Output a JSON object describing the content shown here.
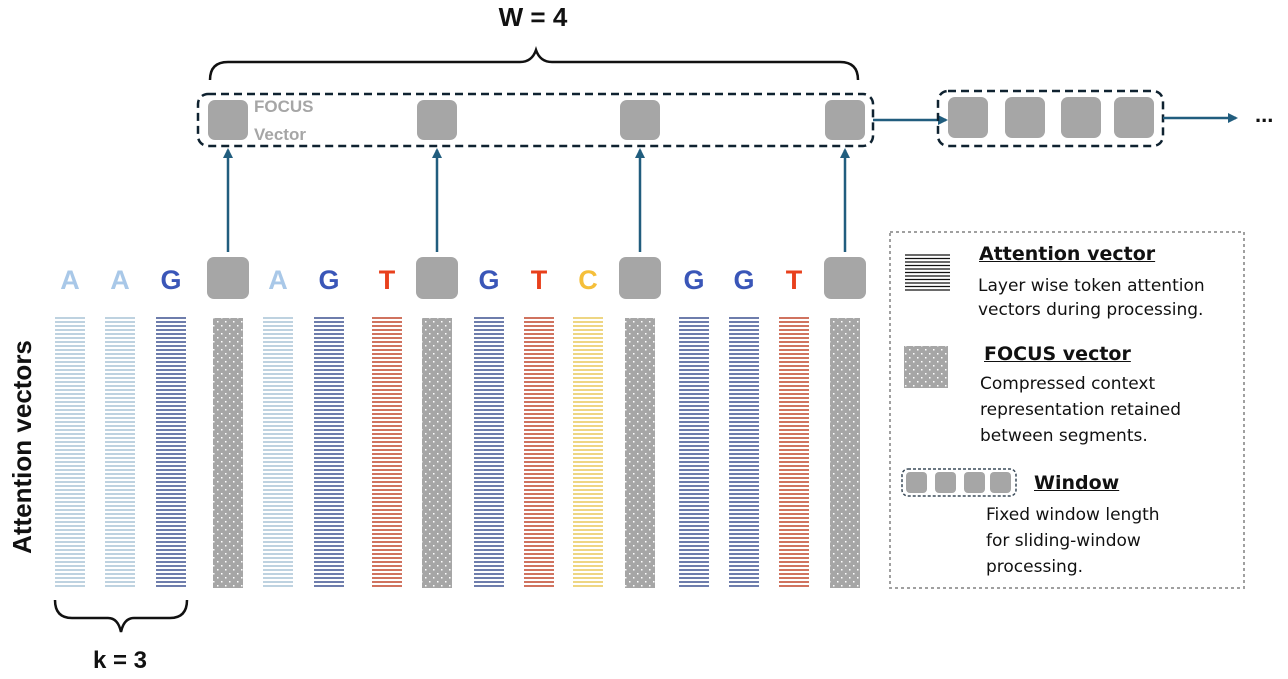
{
  "title_w": "W = 4",
  "label_k": "k = 3",
  "y_axis_label": "Attention vectors",
  "focus_box_label": [
    "FOCUS",
    "Vector"
  ],
  "ellipsis": "...",
  "colors": {
    "A": "#a9c8e8",
    "G": "#3a56b8",
    "T": "#e8401c",
    "C": "#f5bf3a",
    "A_lines": "#a9c4d6",
    "G_lines": "#3e5290",
    "T_lines": "#c0452a",
    "C_lines": "#e8c85a",
    "focus": "#a6a6a6",
    "arrow": "#215d7e",
    "dashed": "#0f2230"
  },
  "tokens": [
    {
      "type": "base",
      "label": "A"
    },
    {
      "type": "base",
      "label": "A"
    },
    {
      "type": "base",
      "label": "G"
    },
    {
      "type": "focus",
      "label": ""
    },
    {
      "type": "base",
      "label": "A"
    },
    {
      "type": "base",
      "label": "G"
    },
    {
      "type": "base",
      "label": "T"
    },
    {
      "type": "focus",
      "label": ""
    },
    {
      "type": "base",
      "label": "G"
    },
    {
      "type": "base",
      "label": "T"
    },
    {
      "type": "base",
      "label": "C"
    },
    {
      "type": "focus",
      "label": ""
    },
    {
      "type": "base",
      "label": "G"
    },
    {
      "type": "base",
      "label": "G"
    },
    {
      "type": "base",
      "label": "T"
    },
    {
      "type": "focus",
      "label": ""
    }
  ],
  "window_size": 4,
  "next_window_vectors": 4,
  "legend": {
    "items": [
      {
        "title": "Attention vector",
        "desc": [
          "Layer wise token attention",
          "vectors during processing."
        ]
      },
      {
        "title": "FOCUS vector",
        "desc": [
          "Compressed context",
          "representation retained",
          "between segments."
        ]
      },
      {
        "title": "Window",
        "desc": [
          "Fixed window length",
          "for sliding-window",
          "processing."
        ]
      }
    ]
  }
}
